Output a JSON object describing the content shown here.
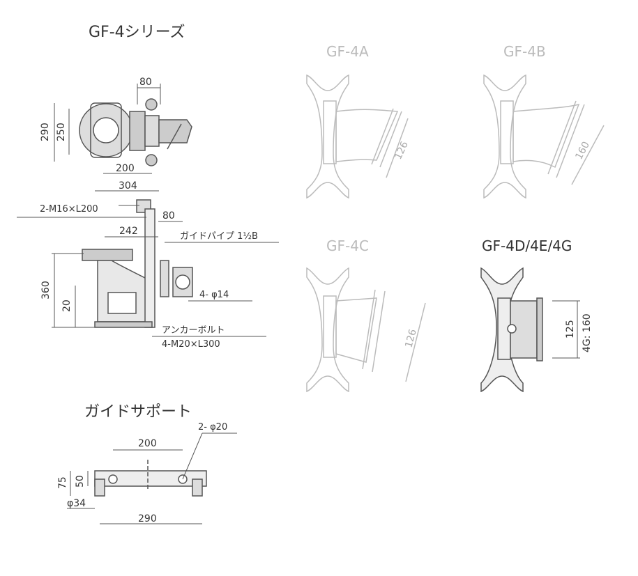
{
  "titles": {
    "series": "GF-4シリーズ",
    "guide_support": "ガイドサポート",
    "gf4a": "GF-4A",
    "gf4b": "GF-4B",
    "gf4c": "GF-4C",
    "gf4d": "GF-4D/4E/4G"
  },
  "top_view": {
    "dims": {
      "d80": "80",
      "d290": "290",
      "d250": "250",
      "d200": "200",
      "d304": "304"
    }
  },
  "side_view": {
    "labels": {
      "bolt": "2-M16×L200",
      "guide_pipe": "ガイドパイプ 1½B",
      "holes": "4- φ14",
      "anchor": "アンカーボルト",
      "anchor_spec": "4-M20×L300"
    },
    "dims": {
      "d80": "80",
      "d242": "242",
      "d360": "360",
      "d20": "20"
    }
  },
  "support": {
    "labels": {
      "holes": "2- φ20"
    },
    "dims": {
      "d200": "200",
      "d75": "75",
      "d50": "50",
      "d34": "φ34",
      "d290": "290"
    }
  },
  "variants": {
    "gf4a_dim": "126",
    "gf4b_dim": "160",
    "gf4c_dim": "126",
    "gf4d_dim1": "125",
    "gf4d_dim2": "4G: 160"
  },
  "colors": {
    "line": "#555555",
    "faded": "#bbbbbb",
    "text": "#333333"
  }
}
